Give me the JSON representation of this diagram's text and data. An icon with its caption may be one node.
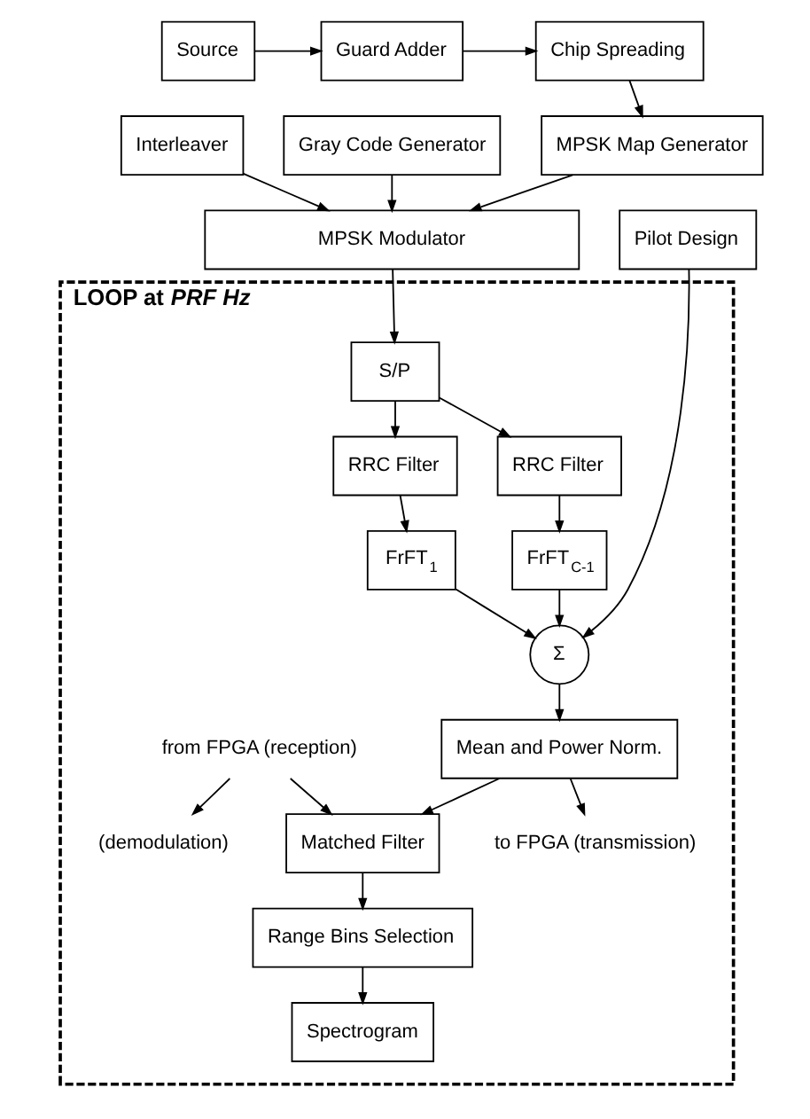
{
  "diagram": {
    "nodes": [
      {
        "text": [
          "Source"
        ]
      },
      {
        "text": [
          "Guard Adder"
        ]
      },
      {
        "text": [
          "Chip Spreading"
        ]
      },
      {
        "text": [
          "Interleaver"
        ]
      },
      {
        "text": [
          "Gray Code Generator"
        ]
      },
      {
        "text": [
          "MPSK Map Generator"
        ]
      },
      {
        "text": [
          "MPSK Modulator"
        ]
      },
      {
        "text": [
          "Pilot Design"
        ]
      },
      {
        "text": [
          "LOOP at *PRF Hz*"
        ]
      },
      {
        "text": [
          "S/P"
        ],
        "in": 8
      },
      {
        "text": [
          "RRC Filter"
        ],
        "in": 8
      },
      {
        "text": [
          "RRC Filter"
        ],
        "in": 8
      },
      {
        "text": [
          "FrFT$_{1}$"
        ],
        "in": 8
      },
      {
        "text": [
          "FrFT$_{C-1}$"
        ],
        "in": 8
      },
      {
        "text": [
          "Σ"
        ],
        "in": 8
      },
      {
        "text": [
          "Mean and Power Norm."
        ],
        "in": 8
      },
      {
        "text": [
          "from FPGA (reception)"
        ],
        "in": 8
      },
      {
        "text": [
          "to FPGA (transmission)"
        ],
        "in": 8
      },
      {
        "text": [
          "Matched Filter"
        ],
        "in": 8
      },
      {
        "text": [
          "(demodulation)"
        ],
        "in": 8
      },
      {
        "text": [
          "Range Bins Selection"
        ],
        "in": 8
      },
      {
        "text": [
          "Spectrogram"
        ],
        "in": 8
      }
    ],
    "edges": [
      {
        "from": 0,
        "to": 1,
        "arrow": "to"
      },
      {
        "from": 1,
        "to": 2,
        "arrow": "to"
      },
      {
        "from": 2,
        "to": 5,
        "arrow": "to"
      },
      {
        "from": 3,
        "to": 6,
        "arrow": "to"
      },
      {
        "from": 4,
        "to": 6,
        "arrow": "to"
      },
      {
        "from": 5,
        "to": 6,
        "arrow": "to"
      },
      {
        "from": 6,
        "to": 9,
        "arrow": "to"
      },
      {
        "from": 7,
        "to": 14,
        "arrow": "to"
      },
      {
        "from": 9,
        "to": 10,
        "arrow": "to"
      },
      {
        "from": 9,
        "to": 11,
        "arrow": "to"
      },
      {
        "from": 10,
        "to": 12,
        "arrow": "to"
      },
      {
        "from": 11,
        "to": 13,
        "arrow": "to"
      },
      {
        "from": 12,
        "to": 14,
        "arrow": "to"
      },
      {
        "from": 13,
        "to": 14,
        "arrow": "to"
      },
      {
        "from": 14,
        "to": 15,
        "arrow": "to"
      },
      {
        "from": 15,
        "to": 17,
        "arrow": "to"
      },
      {
        "from": 15,
        "to": 18,
        "arrow": "to"
      },
      {
        "from": 16,
        "to": 18,
        "arrow": "to"
      },
      {
        "from": 16,
        "to": 19,
        "arrow": "to"
      },
      {
        "from": 18,
        "to": 20,
        "arrow": "to"
      },
      {
        "from": 20,
        "to": 21,
        "arrow": "to"
      }
    ]
  }
}
